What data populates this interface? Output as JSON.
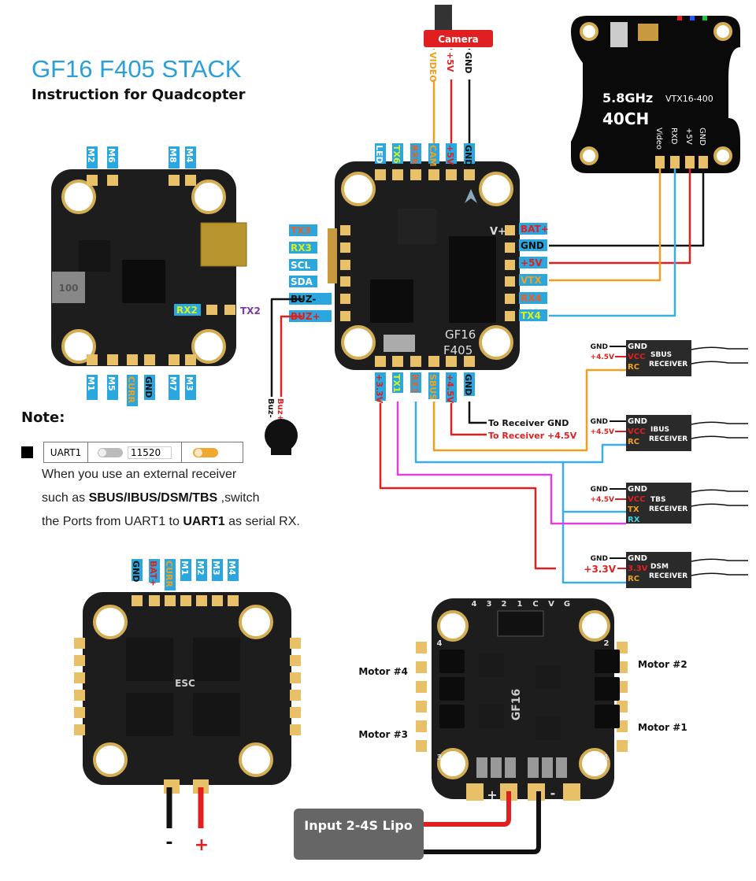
{
  "header": {
    "title": "GF16 F405 STACK",
    "subtitle": "Instruction for Quadcopter"
  },
  "colors": {
    "accent": "#2a9fd8",
    "label_bg": "#2aa7de",
    "red": "#e02020",
    "orange": "#f0a020",
    "blue": "#3aaee0",
    "magenta": "#e040e0",
    "yellow": "#d8f020",
    "rust": "#e8602a",
    "board": "#1d1d1d",
    "pad": "#e8c068"
  },
  "fc_left": {
    "top": [
      {
        "t": "M2",
        "c": "#fff"
      },
      {
        "t": "M6",
        "c": "#fff"
      },
      {
        "t": "M8",
        "c": "#fff"
      },
      {
        "t": "M4",
        "c": "#fff"
      }
    ],
    "bottom": [
      {
        "t": "M1",
        "c": "#fff"
      },
      {
        "t": "M5",
        "c": "#fff"
      },
      {
        "t": "CURR",
        "c": "#f0a020"
      },
      {
        "t": "GND",
        "c": "#111"
      },
      {
        "t": "M7",
        "c": "#fff"
      },
      {
        "t": "M3",
        "c": "#fff"
      }
    ],
    "rx2": "RX2",
    "tx2": "TX2",
    "inductor_text": "100"
  },
  "fc_main": {
    "top": [
      {
        "t": "LED",
        "c": "#fff"
      },
      {
        "t": "TX6",
        "c": "#d8f020"
      },
      {
        "t": "RX6",
        "c": "#e8602a"
      },
      {
        "t": "CAM",
        "c": "#f0a020"
      },
      {
        "t": "+5V",
        "c": "#e02020"
      },
      {
        "t": "GND",
        "c": "#111"
      }
    ],
    "left": [
      {
        "t": "TX3",
        "c": "#e8602a"
      },
      {
        "t": "RX3",
        "c": "#d8f020"
      },
      {
        "t": "SCL",
        "c": "#fff"
      },
      {
        "t": "SDA",
        "c": "#fff"
      },
      {
        "t": "BUZ-",
        "c": "#111"
      },
      {
        "t": "BUZ+",
        "c": "#e02020"
      }
    ],
    "right": [
      {
        "t": "BAT+",
        "c": "#e02020"
      },
      {
        "t": "GND",
        "c": "#111"
      },
      {
        "t": "+5V",
        "c": "#e02020"
      },
      {
        "t": "VTX",
        "c": "#f0a020"
      },
      {
        "t": "RX4",
        "c": "#e8602a"
      },
      {
        "t": "TX4",
        "c": "#d8f020"
      }
    ],
    "bottom": [
      {
        "t": "+3.3V",
        "c": "#e02020"
      },
      {
        "t": "TX1",
        "c": "#d8f020"
      },
      {
        "t": "RX1",
        "c": "#e8602a"
      },
      {
        "t": "SBUS",
        "c": "#f0a020"
      },
      {
        "t": "+4.5V",
        "c": "#e02020"
      },
      {
        "t": "GND",
        "c": "#111"
      }
    ],
    "board_text_1": "GF16",
    "board_text_2": "F405",
    "vplus": "V+"
  },
  "camera": {
    "label": "Camera",
    "pins": [
      "VIDEO",
      "+5V",
      "GND"
    ]
  },
  "vtx": {
    "freq": "5.8GHz",
    "channels": "40CH",
    "model": "VTX16-400",
    "pins": [
      "Video",
      "RXD",
      "+5V",
      "GND"
    ]
  },
  "buzzer": {
    "neg": "Buz-",
    "pos": "Buz+"
  },
  "receiver_notes": {
    "gnd": "To Receiver GND",
    "vcc": "To Receiver +4.5V"
  },
  "receivers": [
    {
      "name1": "SBUS",
      "name2": "RECEIVER",
      "pins": [
        {
          "t": "GND",
          "c": "#fff"
        },
        {
          "t": "VCC",
          "c": "#e02020"
        },
        {
          "t": "RC",
          "c": "#f0a020"
        }
      ],
      "ext": [
        "GND",
        "+4.5V"
      ]
    },
    {
      "name1": "IBUS",
      "name2": "RECEIVER",
      "pins": [
        {
          "t": "GND",
          "c": "#fff"
        },
        {
          "t": "VCC",
          "c": "#e02020"
        },
        {
          "t": "RC",
          "c": "#f0a020"
        }
      ],
      "ext": [
        "GND",
        "+4.5V"
      ]
    },
    {
      "name1": "TBS",
      "name2": "RECEIVER",
      "pins": [
        {
          "t": "GND",
          "c": "#fff"
        },
        {
          "t": "VCC",
          "c": "#e02020"
        },
        {
          "t": "TX",
          "c": "#f0a020"
        },
        {
          "t": "RX",
          "c": "#40d0e0"
        }
      ],
      "ext": [
        "GND",
        "+4.5V"
      ]
    },
    {
      "name1": "DSM",
      "name2": "RECEIVER",
      "pins": [
        {
          "t": "GND",
          "c": "#fff"
        },
        {
          "t": "3.3V",
          "c": "#e02020"
        },
        {
          "t": "RC",
          "c": "#f0a020"
        }
      ],
      "ext": [
        "GND",
        "+3.3V"
      ]
    }
  ],
  "note": {
    "heading": "Note:",
    "uart_name": "UART1",
    "baud": "11520",
    "line1": "When you use an external receiver",
    "line2_pre": "such as ",
    "line2_bold": "SBUS/IBUS/DSM/TBS",
    "line2_post": " ,switch",
    "line3_pre": "the Ports from UART1 to ",
    "line3_bold": "UART1",
    "line3_post": " as serial RX."
  },
  "esc_left": {
    "top": [
      {
        "t": "GND",
        "c": "#111"
      },
      {
        "t": "BAT+",
        "c": "#e02020"
      },
      {
        "t": "CURR",
        "c": "#f0a020"
      },
      {
        "t": "M1",
        "c": "#fff"
      },
      {
        "t": "M2",
        "c": "#fff"
      },
      {
        "t": "M3",
        "c": "#fff"
      },
      {
        "t": "M4",
        "c": "#fff"
      }
    ],
    "board_text": "ESC",
    "minus": "-",
    "plus": "+"
  },
  "esc_4in1": {
    "header_pins": [
      "4",
      "3",
      "2",
      "1",
      "C",
      "V",
      "G"
    ],
    "corner_nums": [
      "4",
      "2",
      "3",
      "1"
    ],
    "motors": [
      "Motor #4",
      "Motor #3",
      "Motor #2",
      "Motor #1"
    ],
    "board_text": "GF16",
    "plus": "+",
    "minus": "-",
    "battery_label": "Input 2-4S Lipo"
  }
}
